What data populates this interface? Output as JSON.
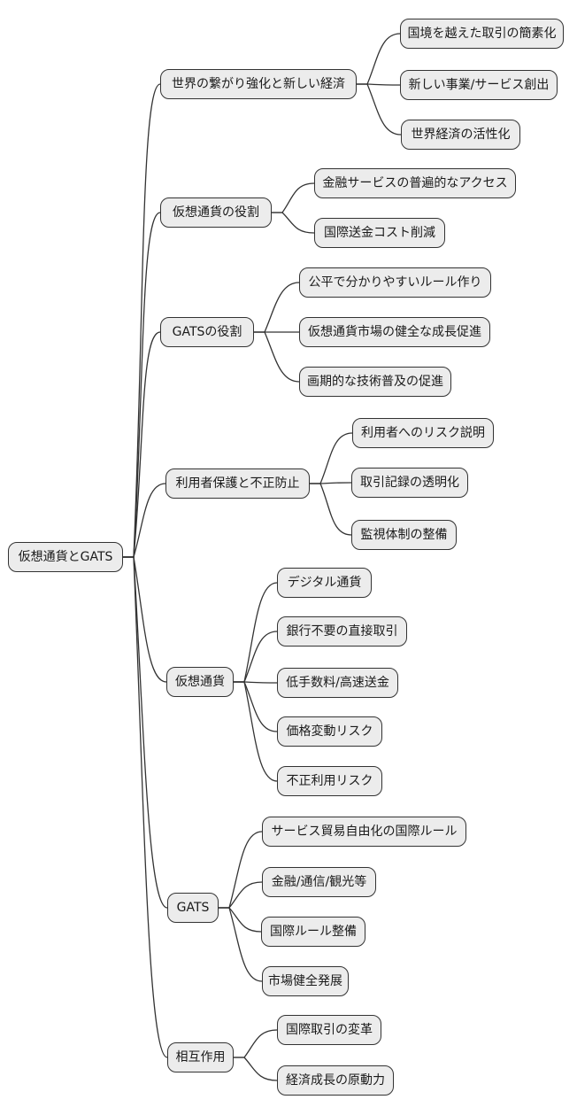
{
  "diagram": {
    "type": "mindmap",
    "root": {
      "label": "仮想通貨とGATS"
    },
    "branches": [
      {
        "label": "世界の繋がり強化と新しい経済",
        "children": [
          {
            "label": "国境を越えた取引の簡素化"
          },
          {
            "label": "新しい事業/サービス創出"
          },
          {
            "label": "世界経済の活性化"
          }
        ]
      },
      {
        "label": "仮想通貨の役割",
        "children": [
          {
            "label": "金融サービスの普遍的なアクセス"
          },
          {
            "label": "国際送金コスト削減"
          }
        ]
      },
      {
        "label": "GATSの役割",
        "children": [
          {
            "label": "公平で分かりやすいルール作り"
          },
          {
            "label": "仮想通貨市場の健全な成長促進"
          },
          {
            "label": "画期的な技術普及の促進"
          }
        ]
      },
      {
        "label": "利用者保護と不正防止",
        "children": [
          {
            "label": "利用者へのリスク説明"
          },
          {
            "label": "取引記録の透明化"
          },
          {
            "label": "監視体制の整備"
          }
        ]
      },
      {
        "label": "仮想通貨",
        "children": [
          {
            "label": "デジタル通貨"
          },
          {
            "label": "銀行不要の直接取引"
          },
          {
            "label": "低手数料/高速送金"
          },
          {
            "label": "価格変動リスク"
          },
          {
            "label": "不正利用リスク"
          }
        ]
      },
      {
        "label": "GATS",
        "children": [
          {
            "label": "サービス貿易自由化の国際ルール"
          },
          {
            "label": "金融/通信/観光等"
          },
          {
            "label": "国際ルール整備"
          },
          {
            "label": "市場健全発展"
          }
        ]
      },
      {
        "label": "相互作用",
        "children": [
          {
            "label": "国際取引の変革"
          },
          {
            "label": "経済成長の原動力"
          }
        ]
      }
    ],
    "colors": {
      "node_fill": "#ececec",
      "node_border": "#333333",
      "edge": "#333333",
      "text": "#1a1a1a",
      "background": "#ffffff"
    }
  }
}
